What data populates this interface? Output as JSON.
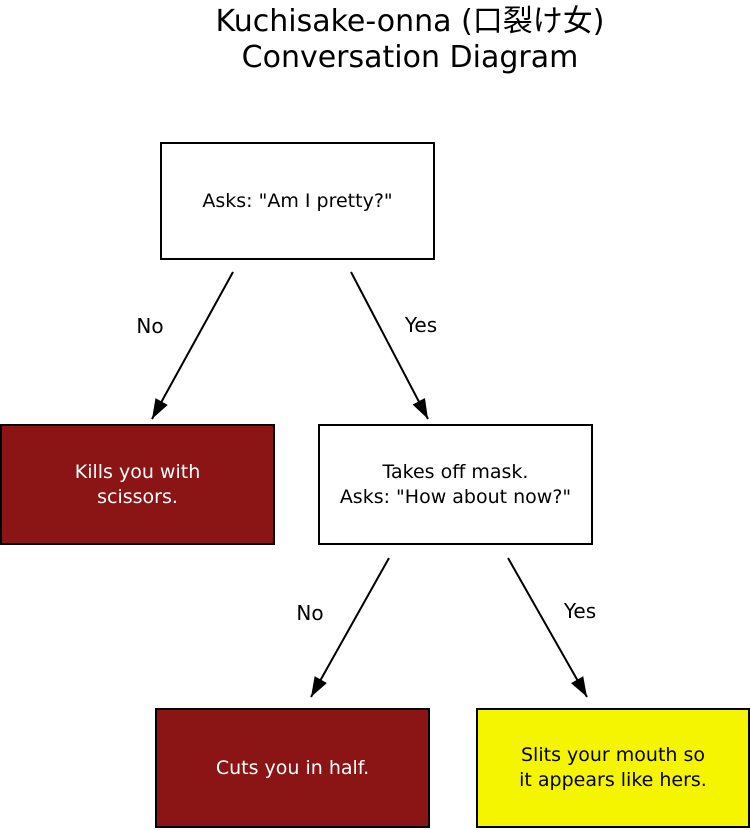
{
  "title": {
    "line1": "Kuchisake-onna (口裂け女)",
    "line2": "Conversation Diagram"
  },
  "colors": {
    "danger_red": "#8b1414",
    "warning_yellow": "#f5f500",
    "node_white": "#ffffff",
    "line_black": "#000000"
  },
  "nodes": {
    "ask_pretty": {
      "text": "Asks: \"Am I pretty?\""
    },
    "kills_scissors": {
      "text": "Kills you with\nscissors."
    },
    "mask_off": {
      "text": "Takes off mask.\nAsks: \"How about now?\""
    },
    "cuts_half": {
      "text": "Cuts you in half."
    },
    "slits_mouth": {
      "text": "Slits your mouth so\nit appears like hers."
    }
  },
  "edge_labels": {
    "no1": "No",
    "yes1": "Yes",
    "no2": "No",
    "yes2": "Yes"
  }
}
